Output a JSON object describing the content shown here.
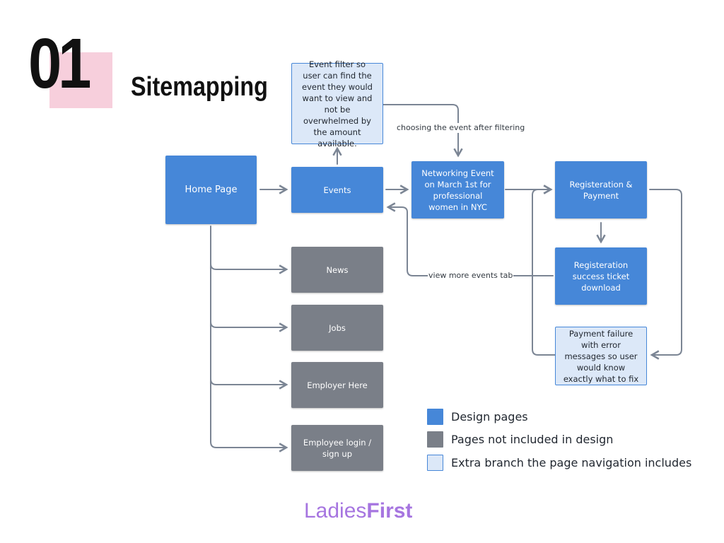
{
  "header": {
    "number": "01",
    "title": "Sitemapping"
  },
  "nodes": {
    "home": "Home Page",
    "events": "Events",
    "filter": "Event filter so user can find the event they would want to view and not be overwhelmed by the amount available.",
    "networking": "Networking Event on March 1st for professional women in NYC",
    "registration": "Registeration & Payment",
    "success": "Registeration success ticket download",
    "failure": "Payment failure with error messages so user would know exactly what to fix",
    "news": "News",
    "jobs": "Jobs",
    "employer": "Employer Here",
    "employee": "Employee login / sign up"
  },
  "edge_labels": {
    "choosing": "choosing the event after filtering",
    "view_more": "view more events tab"
  },
  "legend": [
    {
      "label": "Design pages",
      "color": "#4687d8"
    },
    {
      "label": "Pages not included in design",
      "color": "#7a7f88"
    },
    {
      "label": "Extra branch the page navigation includes",
      "color": "#dce8f8"
    }
  ],
  "brand": {
    "part1": "Ladies",
    "part2": "First",
    "color": "#a675e0"
  },
  "colors": {
    "design": "#4687d8",
    "not_included": "#7a7f88",
    "extra": "#dce8f8",
    "accent_pink": "#f7cfdc",
    "connector": "#7b8594"
  }
}
